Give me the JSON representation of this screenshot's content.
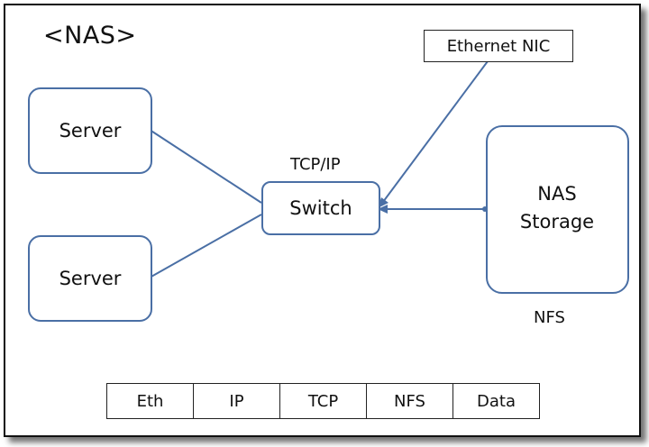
{
  "title": "<NAS>",
  "servers": [
    "Server",
    "Server"
  ],
  "switch": {
    "label": "Switch",
    "caption": "TCP/IP"
  },
  "nic_label": "Ethernet NIC",
  "nas": {
    "label_line1": "NAS",
    "label_line2": "Storage",
    "caption": "NFS"
  },
  "protocol_stack": [
    "Eth",
    "IP",
    "TCP",
    "NFS",
    "Data"
  ],
  "colors": {
    "line": "#4a6fa5",
    "disk": "#4f7fbf",
    "disk_dark": "#2f5586"
  }
}
